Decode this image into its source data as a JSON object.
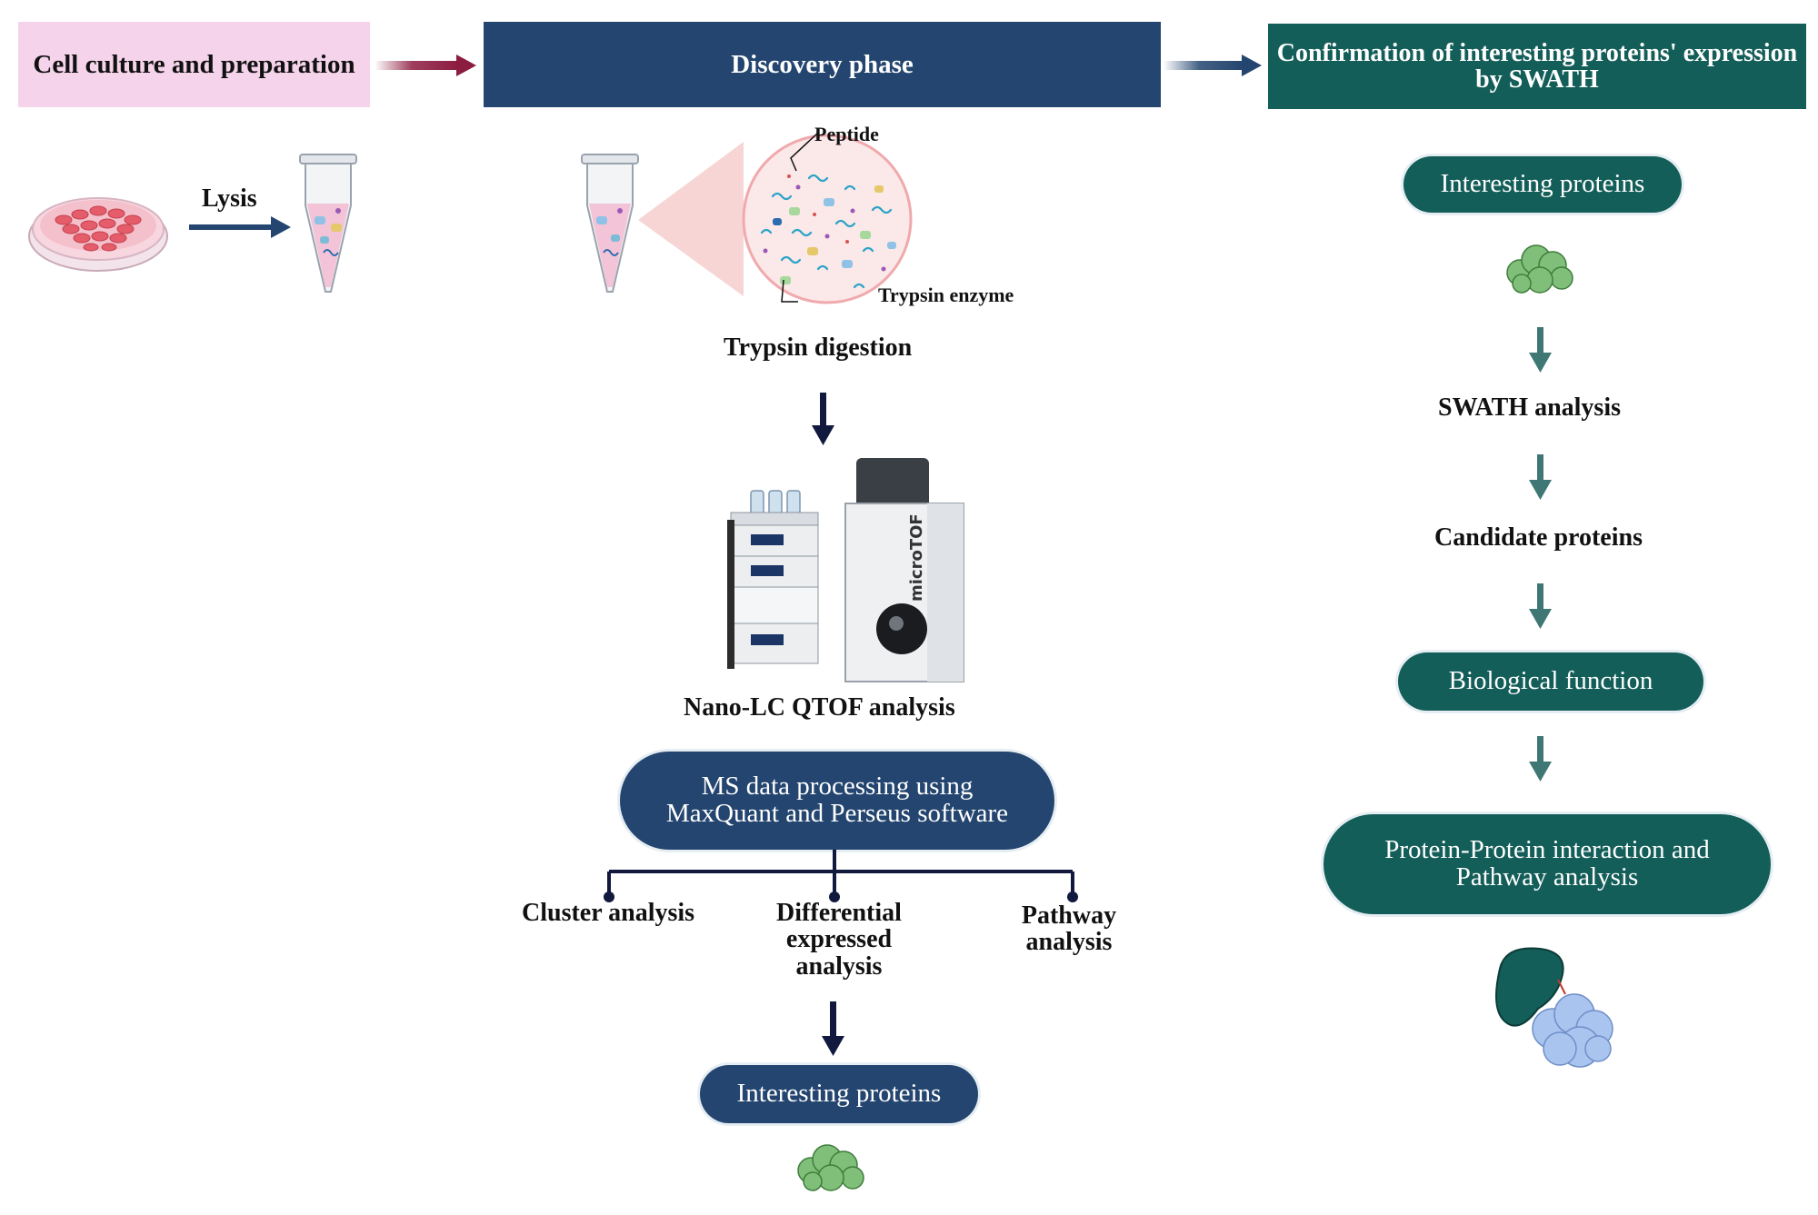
{
  "headers": {
    "cell_culture": "Cell culture and preparation",
    "discovery": "Discovery phase",
    "confirmation": "Confirmation of interesting proteins' expression by SWATH"
  },
  "cell_culture": {
    "lysis_label": "Lysis"
  },
  "discovery": {
    "peptide_label": "Peptide",
    "trypsin_enzyme_label": "Trypsin enzyme",
    "trypsin_digestion_label": "Trypsin digestion",
    "instrument_brand": "microTOF",
    "nano_lc_label": "Nano-LC QTOF analysis",
    "ms_processing": "MS data processing using MaxQuant and Perseus software",
    "branches": [
      "Cluster analysis",
      "Differential expressed analysis",
      "Pathway analysis"
    ],
    "interesting_proteins": "Interesting proteins"
  },
  "confirmation": {
    "interesting_proteins": "Interesting proteins",
    "swath_label": "SWATH analysis",
    "candidate_label": "Candidate proteins",
    "biological_function": "Biological function",
    "ppi_label": "Protein-Protein interaction and Pathway analysis"
  },
  "colors": {
    "navy": "#23456f",
    "teal": "#145e59",
    "pink": "#f5d3ea",
    "maroon_arrow": "#8c1d40",
    "dark_arrow": "#111a3e",
    "teal_arrow": "#3f7774"
  }
}
